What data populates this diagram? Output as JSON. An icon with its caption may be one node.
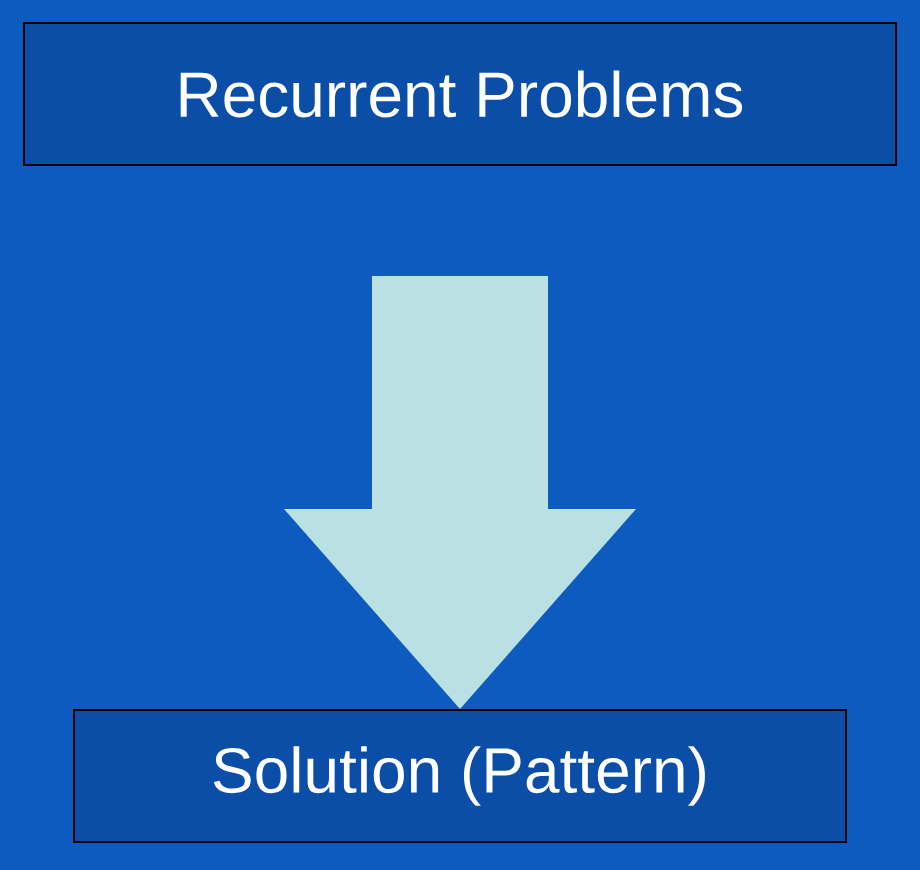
{
  "diagram": {
    "nodes": [
      {
        "text": [
          "Recurrent Problems"
        ]
      },
      {
        "text": [
          "Solution (Pattern)"
        ]
      }
    ],
    "edges": [
      {
        "from": 0,
        "to": 1,
        "arrow": "to"
      }
    ]
  }
}
